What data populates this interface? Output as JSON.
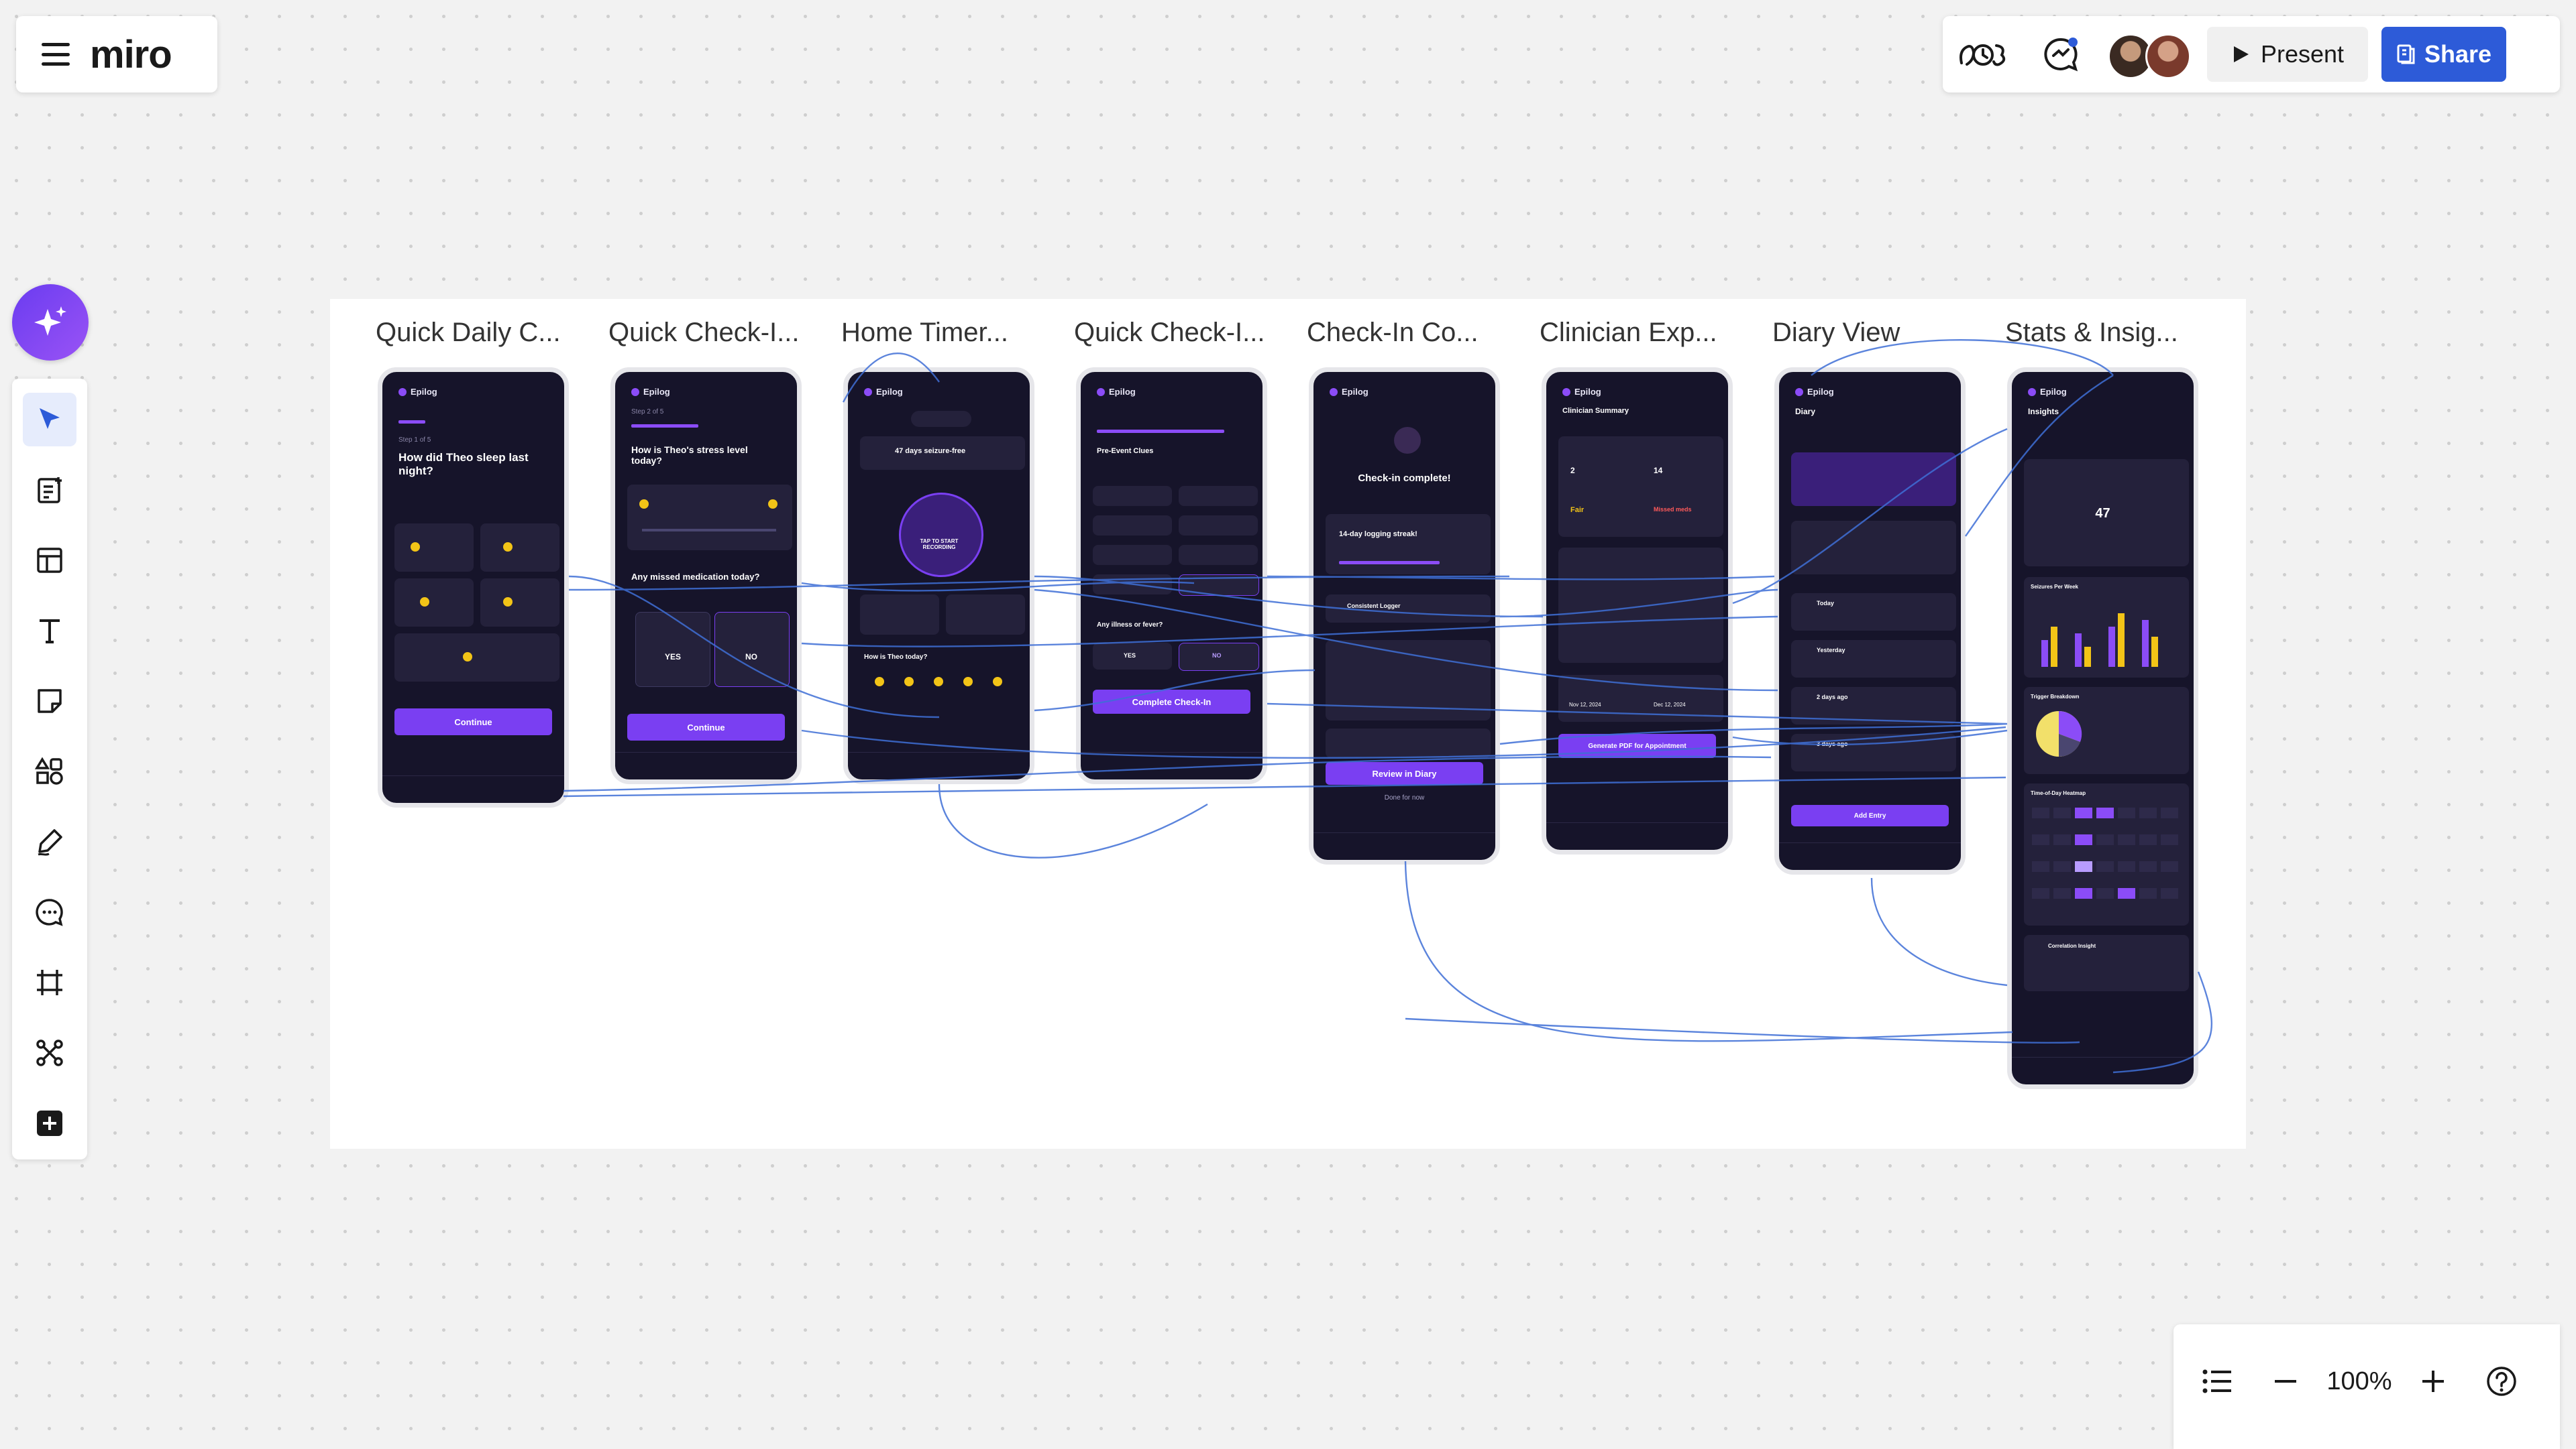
{
  "app": {
    "logo": "miro"
  },
  "toolbar_right": {
    "present_label": "Present",
    "share_label": "Share"
  },
  "frames": [
    {
      "title": "Quick Daily C...",
      "screen_title": "How did Theo sleep last night?",
      "step": "Step 1 of 5",
      "button": "Continue"
    },
    {
      "title": "Quick Check-I...",
      "screen_title": "How is Theo's stress level today?",
      "step": "Step 2 of 5",
      "question2": "Any missed medication today?",
      "yes": "YES",
      "no": "NO",
      "button": "Continue"
    },
    {
      "title": "Home Timer...",
      "timer_label": "TAP TO START RECORDING",
      "badge": "47 days seizure-free",
      "question": "How is Theo today?"
    },
    {
      "title": "Quick Check-I...",
      "screen_title": "Pre-Event Clues",
      "question": "Any illness or fever?",
      "yes": "YES",
      "no": "NO",
      "button": "Complete Check-In"
    },
    {
      "title": "Check-In Co...",
      "screen_title": "Check-in complete!",
      "streak": "14-day logging streak!",
      "badge": "Consistent Logger",
      "button": "Review in Diary",
      "button2": "Done for now"
    },
    {
      "title": "Clinician Exp...",
      "screen_title": "Clinician Summary",
      "stat1": "2",
      "stat2": "14",
      "stat3": "Fair",
      "stat4": "Missed meds",
      "date1": "Nov 12, 2024",
      "date2": "Dec 12, 2024",
      "button": "Generate PDF for Appointment"
    },
    {
      "title": "Diary View",
      "screen_title": "Diary",
      "day1": "Today",
      "day2": "Yesterday",
      "day3": "2 days ago",
      "day4": "3 days ago",
      "button": "Add Entry"
    },
    {
      "title": "Stats & Insig...",
      "screen_title": "Insights",
      "streak_value": "47",
      "section1": "Seizures Per Week",
      "section2": "Trigger Breakdown",
      "section3": "Time-of-Day Heatmap",
      "section4": "Correlation Insight"
    }
  ],
  "zoom": {
    "level": "100%"
  },
  "colors": {
    "accent": "#2d5bd8",
    "ai_gradient_start": "#6a3cf0",
    "screen_bg": "#16142a",
    "screen_accent": "#8b4cf7",
    "connector": "#3f6fd6"
  },
  "icons": [
    "menu-icon",
    "reactions-icon",
    "chat-icon",
    "play-icon",
    "share-board-icon",
    "sparkle-icon",
    "cursor-icon",
    "notes-icon",
    "template-icon",
    "text-icon",
    "sticky-note-icon",
    "shapes-icon",
    "pen-icon",
    "comment-icon",
    "frame-icon",
    "mindmap-icon",
    "add-icon",
    "list-icon",
    "minus-icon",
    "plus-icon",
    "help-icon"
  ]
}
